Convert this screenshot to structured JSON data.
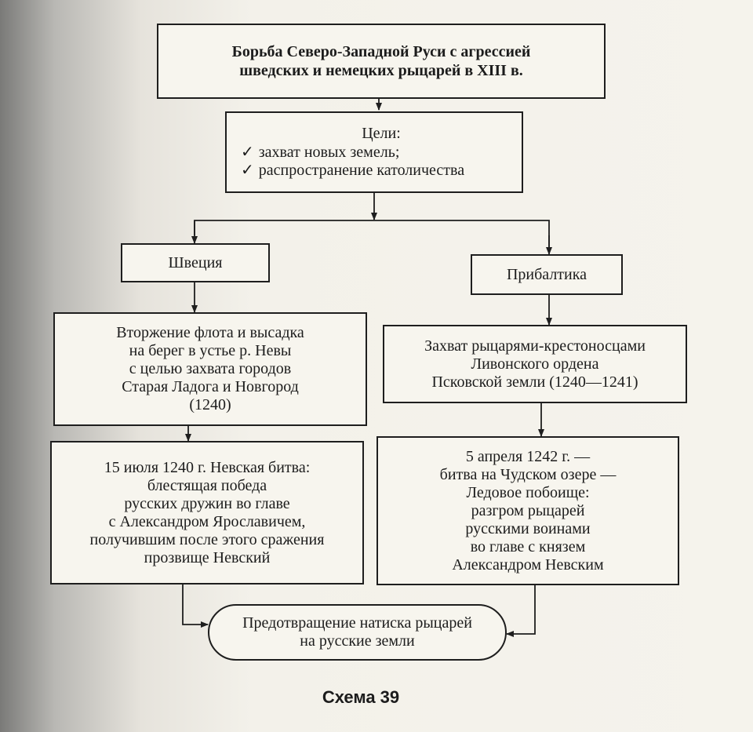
{
  "title": {
    "lines": [
      "Борьба Северо-Западной Руси с агрессией",
      "шведских и немецких рыцарей в XIII в."
    ]
  },
  "goals": {
    "heading": "Цели:",
    "items": [
      "захват новых земель;",
      "распространение католичества"
    ],
    "check_icon": "✓"
  },
  "left": {
    "label": "Швеция",
    "event": [
      "Вторжение флота и высадка",
      "на берег в устье р. Невы",
      "с целью захвата городов",
      "Старая Ладога и Новгород",
      "(1240)"
    ],
    "battle": [
      "15 июля 1240 г. Невская битва:",
      "блестящая победа",
      "русских дружин во главе",
      "с Александром Ярославичем,",
      "получившим после этого сражения",
      "прозвище Невский"
    ]
  },
  "right": {
    "label": "Прибалтика",
    "event": [
      "Захват рыцарями-крестоносцами",
      "Ливонского ордена",
      "Псковской земли (1240—1241)"
    ],
    "battle": [
      "5 апреля 1242 г. —",
      "битва на Чудском озере —",
      "Ледовое побоище:",
      "разгром рыцарей",
      "русскими воинами",
      "во главе с князем",
      "Александром Невским"
    ]
  },
  "result": {
    "lines": [
      "Предотвращение натиска рыцарей",
      "на русские земли"
    ]
  },
  "caption": "Схема 39"
}
